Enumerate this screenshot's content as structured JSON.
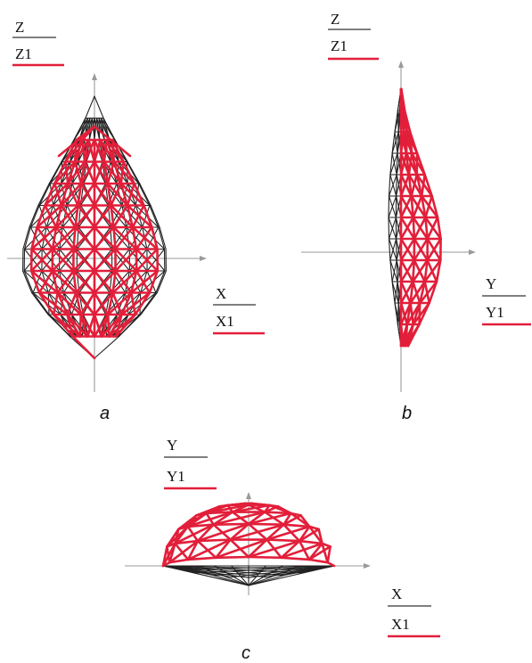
{
  "colors": {
    "primary_wireframe": "#222222",
    "modified_wireframe": "#e21f3a",
    "axis": "#9a9a9a"
  },
  "panels": {
    "a": {
      "caption": "a",
      "vertical_axis_label": "Z",
      "vertical_axis_label_modified": "Z1",
      "horizontal_axis_label": "X",
      "horizontal_axis_label_modified": "X1"
    },
    "b": {
      "caption": "b",
      "vertical_axis_label": "Z",
      "vertical_axis_label_modified": "Z1",
      "horizontal_axis_label": "Y",
      "horizontal_axis_label_modified": "Y1"
    },
    "c": {
      "caption": "c",
      "vertical_axis_label": "Y",
      "vertical_axis_label_modified": "Y1",
      "horizontal_axis_label": "X",
      "horizontal_axis_label_modified": "X1"
    }
  }
}
